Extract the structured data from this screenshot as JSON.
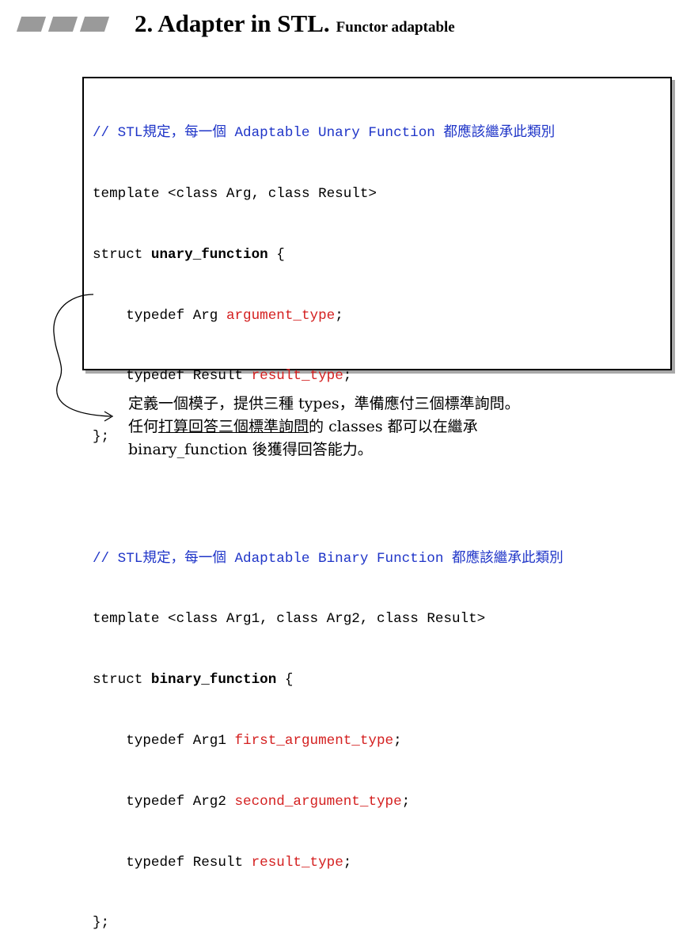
{
  "header": {
    "title": "2. Adapter in STL.",
    "subtitle": "Functor adaptable"
  },
  "code": {
    "unary": {
      "comment": "// STL規定，每一個 Adaptable Unary Function 都應該繼承此類別",
      "template_line": "template <class Arg, class Result>",
      "struct_kw": "struct ",
      "struct_name": "unary_function",
      "struct_open": " {",
      "typedef1_prefix": "    typedef Arg ",
      "typedef1_name": "argument_type",
      "typedef2_prefix": "    typedef Result ",
      "typedef2_name": "result_type",
      "semicolon": ";",
      "close": "};"
    },
    "binary": {
      "comment": "// STL規定，每一個 Adaptable Binary Function 都應該繼承此類別",
      "template_line": "template <class Arg1, class Arg2, class Result>",
      "struct_kw": "struct ",
      "struct_name": "binary_function",
      "struct_open": " {",
      "typedef1_prefix": "    typedef Arg1 ",
      "typedef1_name": "first_argument_type",
      "typedef2_prefix": "    typedef Arg2 ",
      "typedef2_name": "second_argument_type",
      "typedef3_prefix": "    typedef Result ",
      "typedef3_name": "result_type",
      "semicolon": ";",
      "close": "};"
    }
  },
  "note": {
    "line1": "定義一個模子，提供三種 types，準備應付三個標準詢問。",
    "line2_a": "任何",
    "line2_b": "打算回答三個標準詢問",
    "line2_c": "的 classes 都可以在繼承",
    "line3": "binary_function 後獲得回答能力。"
  },
  "colors": {
    "comment": "#1f35c8",
    "highlight": "#d42020",
    "bars": "#9a9a9a"
  }
}
